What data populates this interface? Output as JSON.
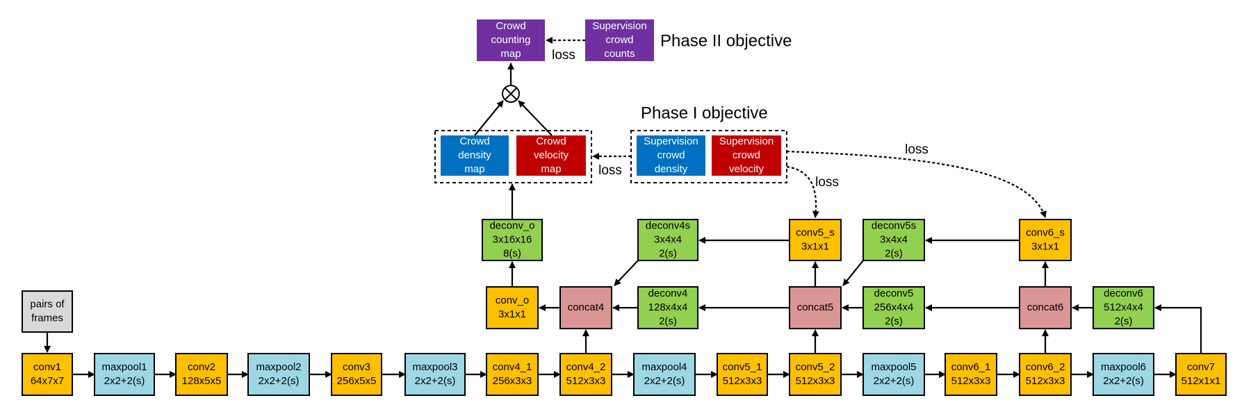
{
  "colors": {
    "conv": "#FFC000",
    "pool": "#9DD7E4",
    "deconv": "#92D050",
    "concat": "#D99694",
    "input": "#D9D9D9",
    "density": "#0070C0",
    "velocity": "#C00000",
    "counting": "#7030A0",
    "line": "#000000",
    "light_text": "#FFFFFF",
    "dark_text": "#000000"
  },
  "nodes": {
    "input_frames": [
      "pairs of",
      "frames"
    ],
    "conv1": [
      "conv1",
      "64x7x7"
    ],
    "maxpool1": [
      "maxpool1",
      "2x2+2(s)"
    ],
    "conv2": [
      "conv2",
      "128x5x5"
    ],
    "maxpool2": [
      "maxpool2",
      "2x2+2(s)"
    ],
    "conv3": [
      "conv3",
      "256x5x5"
    ],
    "maxpool3": [
      "maxpool3",
      "2x2+2(s)"
    ],
    "conv4_1": [
      "conv4_1",
      "256x3x3"
    ],
    "conv4_2": [
      "conv4_2",
      "512x3x3"
    ],
    "maxpool4": [
      "maxpool4",
      "2x2+2(s)"
    ],
    "conv5_1": [
      "conv5_1",
      "512x3x3"
    ],
    "conv5_2": [
      "conv5_2",
      "512x3x3"
    ],
    "maxpool5": [
      "maxpool5",
      "2x2+2(s)"
    ],
    "conv6_1": [
      "conv6_1",
      "512x3x3"
    ],
    "conv6_2": [
      "conv6_2",
      "512x3x3"
    ],
    "maxpool6": [
      "maxpool6",
      "2x2+2(s)"
    ],
    "conv7": [
      "conv7",
      "512x1x1"
    ],
    "conv_o": [
      "conv_o",
      "3x1x1"
    ],
    "concat4": [
      "concat4"
    ],
    "deconv4": [
      "deconv4",
      "128x4x4",
      "2(s)"
    ],
    "concat5": [
      "concat5"
    ],
    "deconv5": [
      "deconv5",
      "256x4x4",
      "2(s)"
    ],
    "concat6": [
      "concat6"
    ],
    "deconv6": [
      "deconv6",
      "512x4x4",
      "2(s)"
    ],
    "deconv_o": [
      "deconv_o",
      "3x16x16",
      "8(s)"
    ],
    "deconv4s": [
      "deconv4s",
      "3x4x4",
      "2(s)"
    ],
    "conv5_s": [
      "conv5_s",
      "3x1x1"
    ],
    "deconv5s": [
      "deconv5s",
      "3x4x4",
      "2(s)"
    ],
    "conv6_s": [
      "conv6_s",
      "3x1x1"
    ],
    "density_map": [
      "Crowd",
      "density",
      "map"
    ],
    "velocity_map": [
      "Crowd",
      "velocity",
      "map"
    ],
    "sup_density": [
      "Supervision",
      "crowd",
      "density"
    ],
    "sup_velocity": [
      "Supervision",
      "crowd",
      "velocity"
    ],
    "counting_map": [
      "Crowd",
      "counting",
      "map"
    ],
    "sup_counts": [
      "Supervision",
      "crowd",
      "counts"
    ]
  },
  "labels": {
    "phase1": "Phase I objective",
    "phase2": "Phase II objective",
    "loss_phase2": "loss",
    "loss_phase1": "loss",
    "loss_conv5s": "loss",
    "loss_conv6s": "loss",
    "multiply_symbol": "⊗"
  }
}
